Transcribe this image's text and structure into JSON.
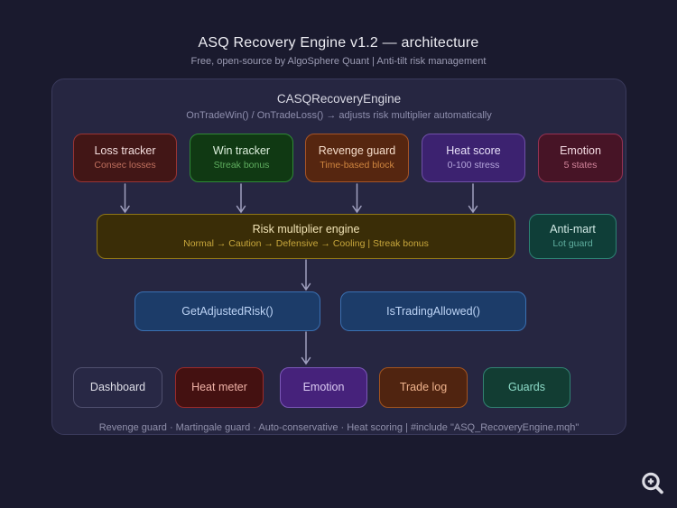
{
  "palette": {
    "page_bg": "#1a1a2e",
    "panel_bg": "#262641",
    "panel_border": "#3a3a5c",
    "page_title_color": "#ececf2",
    "page_subtitle_color": "#9c9cb4",
    "panel_title_color": "#d8d8e3",
    "panel_subtitle_color": "#8f8fae",
    "footer_color": "#9090ab",
    "arrow_color": "#a0a0bf",
    "zoom_icon_color": "#dcdce4"
  },
  "header": {
    "title": "ASQ Recovery Engine v1.2 — architecture",
    "subtitle": "Free, open-source by AlgoSphere Quant | Anti-tilt risk management"
  },
  "engine": {
    "title": "CASQRecoveryEngine",
    "subtitle": "OnTradeWin() / OnTradeLoss() → adjusts risk multiplier automatically",
    "footer": "Revenge guard · Martingale guard · Auto-conservative · Heat scoring | #include \"ASQ_RecoveryEngine.mqh\""
  },
  "trackers": [
    {
      "title": "Loss tracker",
      "subtitle": "Consec losses",
      "bg": "#421616",
      "border": "#9a3434",
      "title_color": "#f4dede",
      "sub_color": "#c0705e"
    },
    {
      "title": "Win tracker",
      "subtitle": "Streak bonus",
      "bg": "#103913",
      "border": "#2f8a36",
      "title_color": "#dff2df",
      "sub_color": "#5fae5f"
    },
    {
      "title": "Revenge guard",
      "subtitle": "Time-based block",
      "bg": "#562610",
      "border": "#a65426",
      "title_color": "#f6ddcb",
      "sub_color": "#cf853f"
    },
    {
      "title": "Heat score",
      "subtitle": "0-100 stress",
      "bg": "#3c2270",
      "border": "#7050a8",
      "title_color": "#e9e2fa",
      "sub_color": "#b5a6dc"
    },
    {
      "title": "Emotion",
      "subtitle": "5 states",
      "bg": "#471426",
      "border": "#963253",
      "title_color": "#f4dbe3",
      "sub_color": "#d2849b"
    }
  ],
  "risk_engine": {
    "title": "Risk multiplier engine",
    "subtitle": "Normal → Caution → Defensive → Cooling | Streak bonus",
    "bg": "#3a2d07",
    "border": "#8f7616",
    "title_color": "#f2e4b6",
    "sub_color": "#c8a73c"
  },
  "anti_mart": {
    "title": "Anti-mart",
    "subtitle": "Lot guard",
    "bg": "#0f3e38",
    "border": "#2c8173",
    "title_color": "#d2eae6",
    "sub_color": "#5fae9f"
  },
  "api": [
    {
      "label": "GetAdjustedRisk()",
      "bg": "#1c3c69",
      "border": "#3a70b2",
      "text_color": "#bdd4f6"
    },
    {
      "label": "IsTradingAllowed()",
      "bg": "#1c3c69",
      "border": "#3a70b2",
      "text_color": "#bdd4f6"
    }
  ],
  "outputs": [
    {
      "label": "Dashboard",
      "bg": "#282845",
      "border": "#50506f",
      "text_color": "#dfdfe8"
    },
    {
      "label": "Heat meter",
      "bg": "#441111",
      "border": "#9c2a2a",
      "text_color": "#efb2a7"
    },
    {
      "label": "Emotion",
      "bg": "#46227b",
      "border": "#7b57b8",
      "text_color": "#dbcbf3"
    },
    {
      "label": "Trade log",
      "bg": "#502410",
      "border": "#a3541e",
      "text_color": "#eeb28c"
    },
    {
      "label": "Guards",
      "bg": "#123d33",
      "border": "#318272",
      "text_color": "#8edcc9"
    }
  ]
}
